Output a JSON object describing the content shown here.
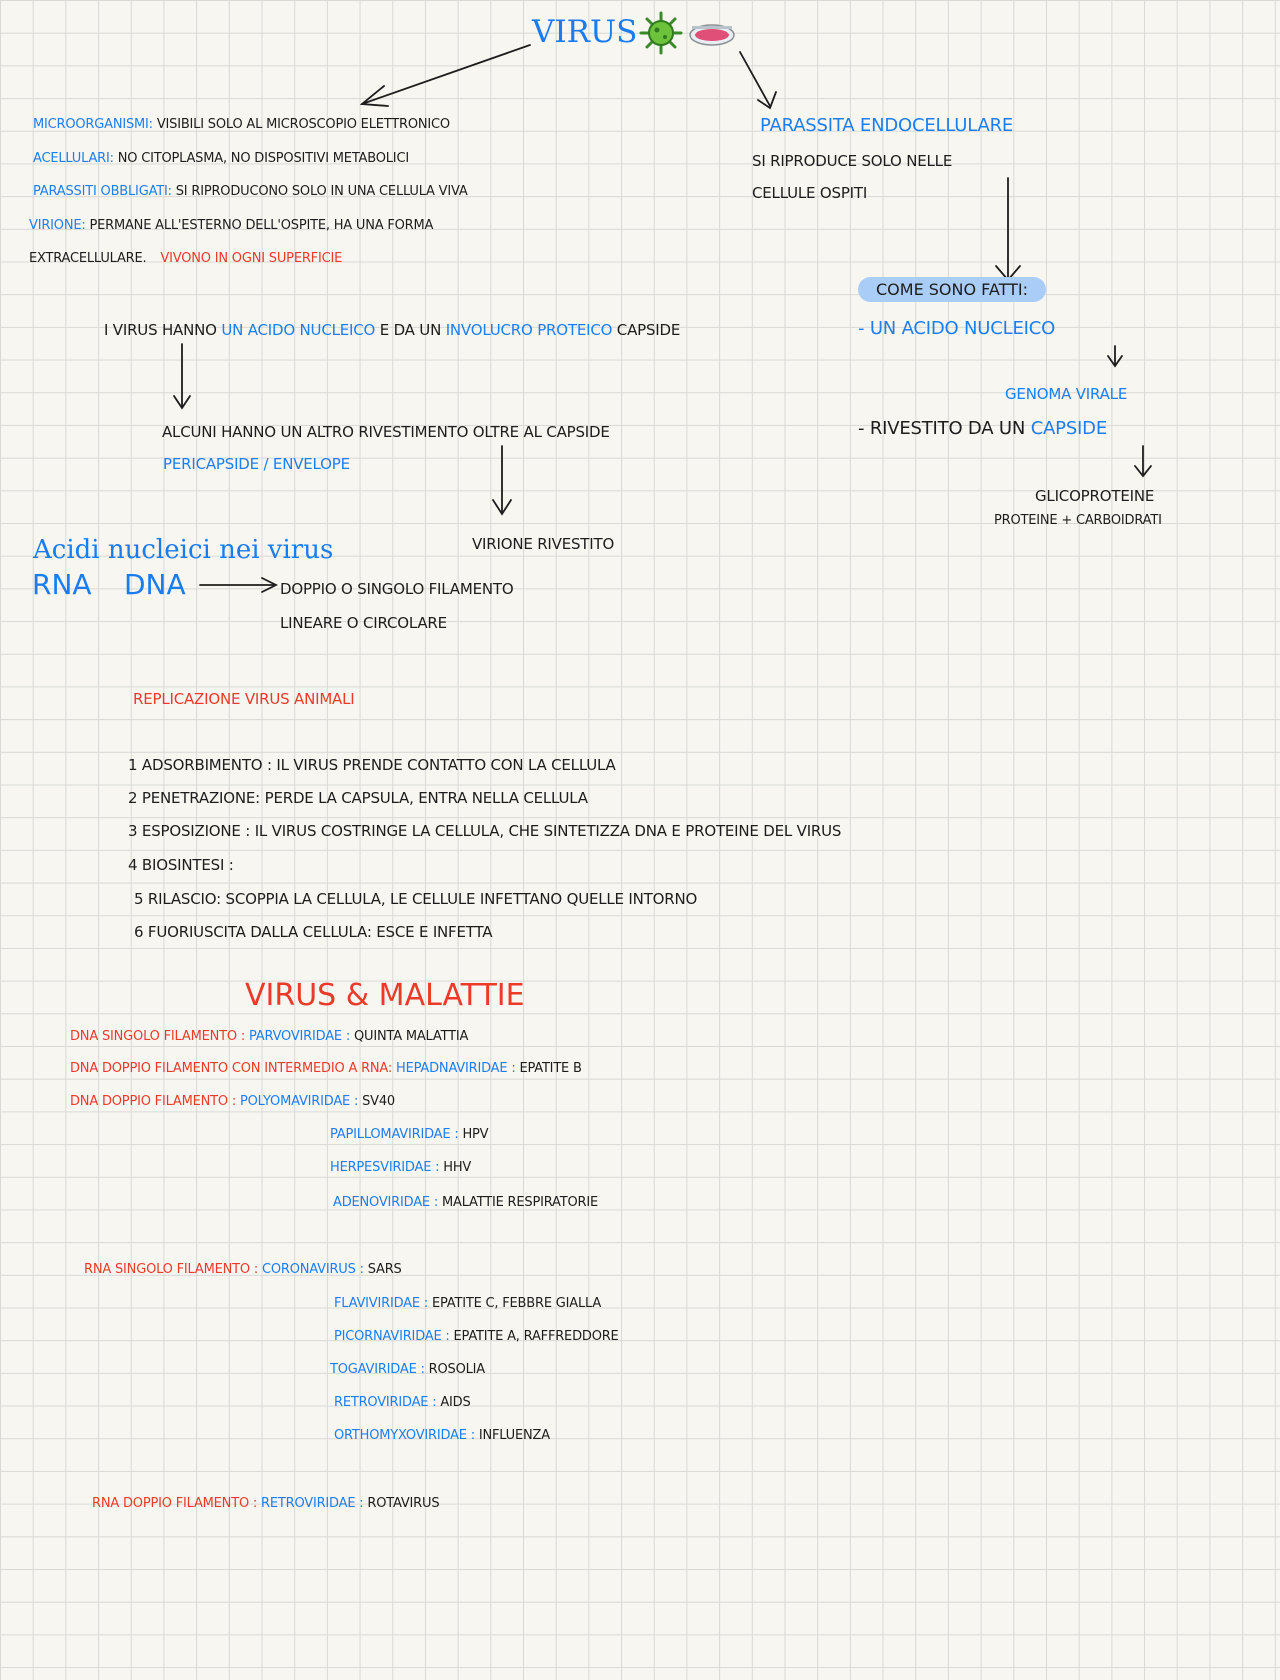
{
  "title": "VIRUS",
  "left_traits": [
    {
      "term": "MICROORGANISMI:",
      "desc": "VISIBILI SOLO AL MICROSCOPIO ELETTRONICO"
    },
    {
      "term": "ACELLULARI:",
      "desc": "NO CITOPLASMA, NO DISPOSITIVI METABOLICI"
    },
    {
      "term": "PARASSITI OBBLIGATI:",
      "desc": "SI RIPRODUCONO SOLO IN UNA CELLULA VIVA"
    },
    {
      "term": "VIRIONE:",
      "desc": "PERMANE ALL'ESTERNO DELL'OSPITE, HA UNA FORMA"
    }
  ],
  "extracellular": {
    "text": "EXTRACELLULARE.",
    "red": "VIVONO IN OGNI SUPERFICIE"
  },
  "parasite": {
    "title": "PARASSITA ENDOCELLULARE",
    "line1": "SI RIPRODUCE SOLO NELLE",
    "line2": "CELLULE OSPITI"
  },
  "structure": {
    "pill": "COME SONO FATTI:",
    "acid": "- UN ACIDO NUCLEICO",
    "genome": "GENOMA VIRALE",
    "capsid_prefix": "- RIVESTITO DA UN",
    "capsid": "CAPSIDE",
    "glyco": "GLICOPROTEINE",
    "glyco_sub": "PROTEINE + CARBOIDRATI"
  },
  "main_sentence": {
    "p1": "I VIRUS HANNO",
    "p2": "UN ACIDO NUCLEICO",
    "p3": "E DA UN",
    "p4": "INVOLUCRO PROTEICO",
    "p5": "CAPSIDE"
  },
  "envelope": {
    "line": "ALCUNI HANNO UN ALTRO RIVESTIMENTO OLTRE AL CAPSIDE",
    "blue": "PERICAPSIDE / ENVELOPE",
    "virion": "VIRIONE RIVESTITO"
  },
  "nucleic": {
    "heading": "Acidi nucleici nei virus",
    "rna": "RNA",
    "dna": "DNA",
    "line1": "DOPPIO O SINGOLO FILAMENTO",
    "line2": "LINEARE O CIRCOLARE"
  },
  "replication": {
    "heading": "REPLICAZIONE VIRUS ANIMALI",
    "steps": [
      "1 ADSORBIMENTO : IL VIRUS PRENDE CONTATTO CON LA CELLULA",
      "2 PENETRAZIONE: PERDE LA CAPSULA, ENTRA NELLA CELLULA",
      "3 ESPOSIZIONE : IL VIRUS COSTRINGE LA CELLULA, CHE SINTETIZZA DNA E PROTEINE DEL VIRUS",
      "4 BIOSINTESI :",
      "5 RILASCIO: SCOPPIA LA CELLULA, LE CELLULE INFETTANO QUELLE INTORNO",
      "6 FUORIUSCITA DALLA CELLULA: ESCE E INFETTA"
    ]
  },
  "diseases": {
    "heading": "VIRUS & MALATTIE",
    "rows": [
      {
        "group": "DNA SINGOLO FILAMENTO :",
        "family": "PARVOVIRIDAE :",
        "disease": "QUINTA MALATTIA"
      },
      {
        "group": "DNA DOPPIO FILAMENTO CON INTERMEDIO A RNA:",
        "family": "HEPADNAVIRIDAE :",
        "disease": "EPATITE B"
      },
      {
        "group": "DNA DOPPIO FILAMENTO :",
        "family": "POLYOMAVIRIDAE :",
        "disease": "SV40"
      },
      {
        "group": "",
        "family": "PAPILLOMAVIRIDAE :",
        "disease": "HPV"
      },
      {
        "group": "",
        "family": "HERPESVIRIDAE :",
        "disease": "HHV"
      },
      {
        "group": "",
        "family": "ADENOVIRIDAE :",
        "disease": "MALATTIE RESPIRATORIE"
      },
      {
        "group": "RNA SINGOLO FILAMENTO :",
        "family": "CORONAVIRUS :",
        "disease": "SARS"
      },
      {
        "group": "",
        "family": "FLAVIVIRIDAE :",
        "disease": "EPATITE C, FEBBRE GIALLA"
      },
      {
        "group": "",
        "family": "PICORNAVIRIDAE :",
        "disease": "EPATITE A, RAFFREDDORE"
      },
      {
        "group": "",
        "family": "TOGAVIRIDAE :",
        "disease": "ROSOLIA"
      },
      {
        "group": "",
        "family": "RETROVIRIDAE :",
        "disease": "AIDS"
      },
      {
        "group": "",
        "family": "ORTHOMYXOVIRIDAE :",
        "disease": "INFLUENZA"
      },
      {
        "group": "RNA DOPPIO FILAMENTO :",
        "family": "RETROVIRIDAE :",
        "disease": "ROTAVIRUS"
      }
    ]
  },
  "icons": [
    "virus-icon",
    "petri-dish-icon"
  ],
  "colors": {
    "blue": "#1e7ef0",
    "red": "#ea3b2a",
    "ink": "#1d1d1d",
    "pill": "#a9cdf7",
    "paper": "#f7f6f1",
    "grid": "#d9d9d6"
  }
}
